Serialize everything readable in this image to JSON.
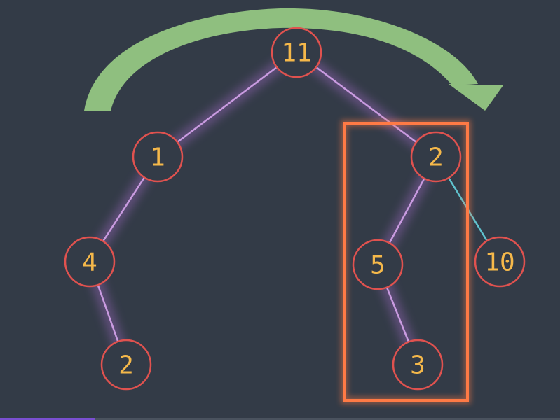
{
  "colors": {
    "background": "#333b47",
    "node_stroke": "#e0524f",
    "node_text": "#f5b84a",
    "edge_path": "#c99be0",
    "edge_glow": "#a06bc4",
    "edge_plain": "#5fc3cf",
    "highlight_box": "#ff7a45",
    "arrow": "#8fbf7f"
  },
  "nodes": [
    {
      "id": "n11",
      "label": "11"
    },
    {
      "id": "n1",
      "label": "1"
    },
    {
      "id": "n2a",
      "label": "2"
    },
    {
      "id": "n4",
      "label": "4"
    },
    {
      "id": "n5",
      "label": "5"
    },
    {
      "id": "n10",
      "label": "10"
    },
    {
      "id": "n2b",
      "label": "2"
    },
    {
      "id": "n3",
      "label": "3"
    }
  ],
  "edges": [
    {
      "from": "n11",
      "to": "n1",
      "highlighted": true
    },
    {
      "from": "n11",
      "to": "n2a",
      "highlighted": true
    },
    {
      "from": "n1",
      "to": "n4",
      "highlighted": true
    },
    {
      "from": "n4",
      "to": "n2b",
      "highlighted": true
    },
    {
      "from": "n2a",
      "to": "n5",
      "highlighted": true
    },
    {
      "from": "n5",
      "to": "n3",
      "highlighted": true
    },
    {
      "from": "n2a",
      "to": "n10",
      "highlighted": false
    }
  ],
  "icons": {
    "arrow": "curved-arrow-icon"
  }
}
